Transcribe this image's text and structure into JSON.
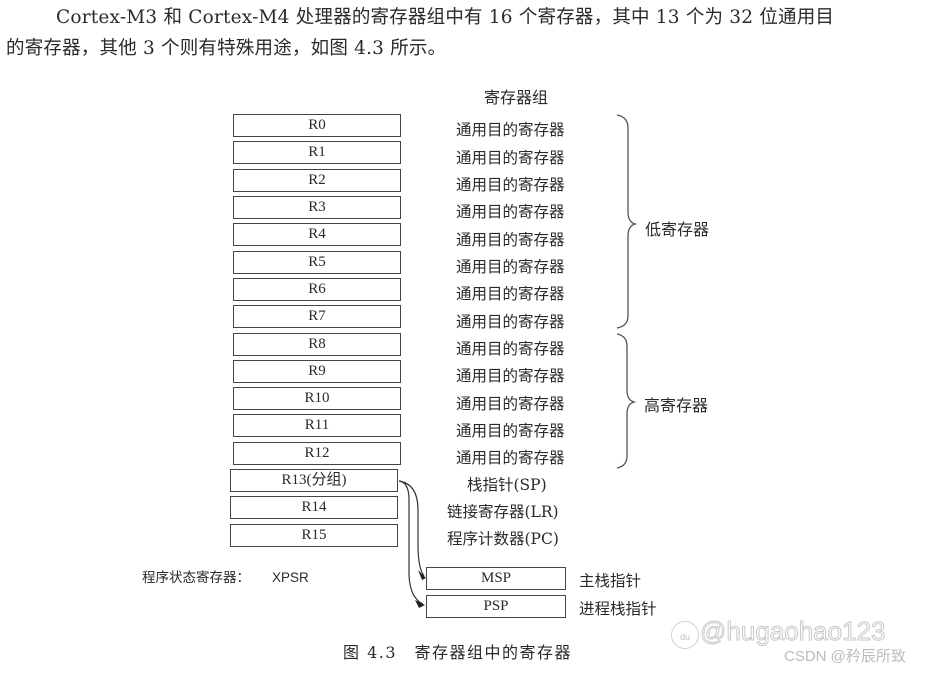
{
  "intro": {
    "line1": "Cortex-M3 和 Cortex-M4 处理器的寄存器组中有 16 个寄存器，其中 13 个为 32 位通用目",
    "line2": "的寄存器，其他 3 个则有特殊用途，如图 4.3 所示。"
  },
  "figure": {
    "title": "寄存器组",
    "registers": [
      {
        "name": "R0",
        "desc": "通用目的寄存器"
      },
      {
        "name": "R1",
        "desc": "通用目的寄存器"
      },
      {
        "name": "R2",
        "desc": "通用目的寄存器"
      },
      {
        "name": "R3",
        "desc": "通用目的寄存器"
      },
      {
        "name": "R4",
        "desc": "通用目的寄存器"
      },
      {
        "name": "R5",
        "desc": "通用目的寄存器"
      },
      {
        "name": "R6",
        "desc": "通用目的寄存器"
      },
      {
        "name": "R7",
        "desc": "通用目的寄存器"
      },
      {
        "name": "R8",
        "desc": "通用目的寄存器"
      },
      {
        "name": "R9",
        "desc": "通用目的寄存器"
      },
      {
        "name": "R10",
        "desc": "通用目的寄存器"
      },
      {
        "name": "R11",
        "desc": "通用目的寄存器"
      },
      {
        "name": "R12",
        "desc": "通用目的寄存器"
      },
      {
        "name": "R13(分组)",
        "desc": "栈指针(SP)"
      },
      {
        "name": "R14",
        "desc": "链接寄存器(LR)"
      },
      {
        "name": "R15",
        "desc": "程序计数器(PC)"
      }
    ],
    "groups": {
      "low": "低寄存器",
      "high": "高寄存器"
    },
    "status_register": {
      "label": "程序状态寄存器：",
      "value": "XPSR"
    },
    "banked": [
      {
        "name": "MSP",
        "desc": "主栈指针"
      },
      {
        "name": "PSP",
        "desc": "进程栈指针"
      }
    ],
    "caption": "图 4.3　寄存器组中的寄存器"
  },
  "watermarks": {
    "baidu": "@hugaohao123",
    "csdn": "CSDN @矜辰所致",
    "paw_label": "du"
  }
}
